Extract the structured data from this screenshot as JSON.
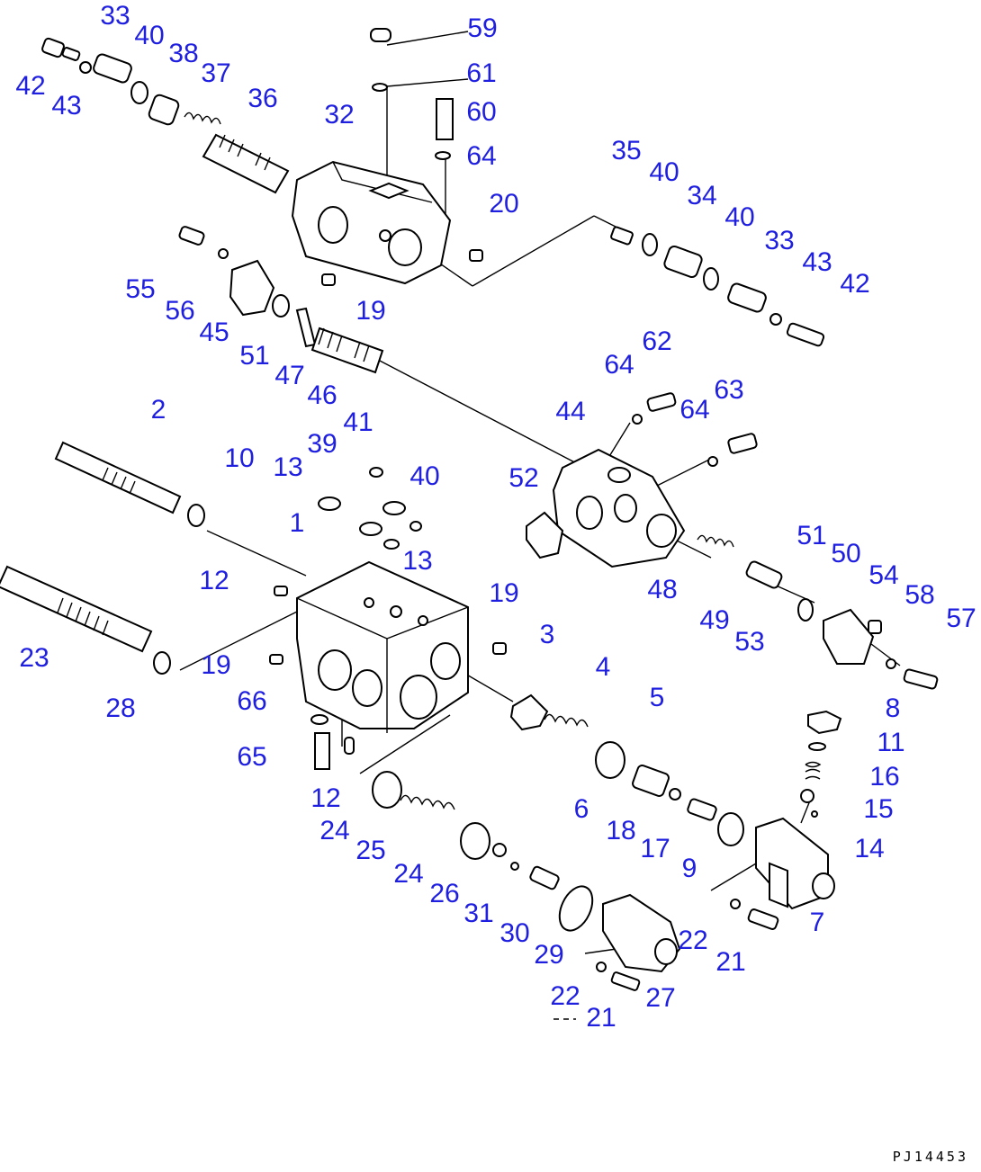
{
  "diagram": {
    "drawing_code": "PJ14453",
    "callouts": [
      "33",
      "40",
      "38",
      "37",
      "36",
      "42",
      "43",
      "59",
      "61",
      "60",
      "64",
      "32",
      "20",
      "35",
      "40",
      "34",
      "40",
      "33",
      "43",
      "42",
      "55",
      "56",
      "45",
      "51",
      "47",
      "46",
      "19",
      "62",
      "64",
      "63",
      "64",
      "44",
      "2",
      "10",
      "13",
      "39",
      "41",
      "40",
      "52",
      "1",
      "13",
      "12",
      "19",
      "23",
      "19",
      "28",
      "51",
      "50",
      "54",
      "58",
      "57",
      "3",
      "4",
      "5",
      "48",
      "49",
      "53",
      "66",
      "65",
      "12",
      "8",
      "11",
      "16",
      "15",
      "14",
      "6",
      "18",
      "17",
      "9",
      "24",
      "25",
      "24",
      "26",
      "31",
      "30",
      "29",
      "7",
      "22",
      "21",
      "22",
      "21",
      "27"
    ]
  }
}
